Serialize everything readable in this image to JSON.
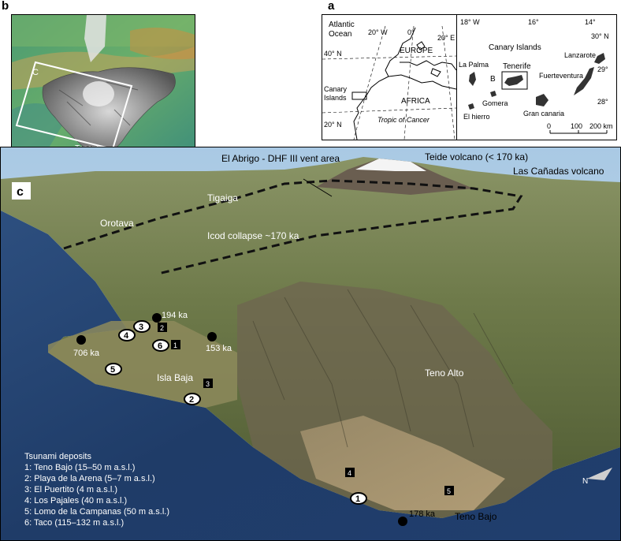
{
  "panels": {
    "b": "b",
    "a": "a",
    "c": "c"
  },
  "panel_b": {
    "box_label": "C",
    "island_label": "Tenerife"
  },
  "panel_a_world": {
    "ocean": [
      "Atlantic",
      "Ocean"
    ],
    "lon_20w": "20° W",
    "lon_0": "0°",
    "lon_20e": "20° E",
    "lat_40n": "40° N",
    "lat_20n": "20° N",
    "europe": "EUROPE",
    "africa": "AFRICA",
    "canary": [
      "Canary",
      "Islands"
    ],
    "tropic": "Tropic of Cancer"
  },
  "panel_a_canary": {
    "lon_18w": "18° W",
    "lon_16": "16°",
    "lon_14": "14°",
    "lat_30n": "30° N",
    "lat_29": "29°",
    "lat_28": "28°",
    "title": "Canary Islands",
    "la_palma": "La Palma",
    "tenerife": "Tenerife",
    "b_marker": "B",
    "lanzarote": "Lanzarote",
    "fuerteventura": "Fuerteventura",
    "gomera": "Gomera",
    "el_hierro": "El hierro",
    "gran_canaria": "Gran canaria",
    "scale": [
      "0",
      "100",
      "200 km"
    ]
  },
  "panel_c": {
    "abrigo": "El Abrigo - DHF III vent area",
    "teide": "Teide volcano (< 170 ka)",
    "canadas": "Las Cañadas volcano",
    "tigaiga": "Tigaiga",
    "orotava": "Orotava",
    "icod": "Icod collapse ~170 ka",
    "isla_baja": "Isla Baja",
    "teno_alto": "Teno Alto",
    "teno_bajo": "Teno Bajo",
    "ages": [
      "194 ka",
      "153 ka",
      "706 ka",
      "178 ka"
    ],
    "legend_title": "Tsunami deposits",
    "legend": [
      "1: Teno Bajo (15–50 m a.s.l.)",
      "2: Playa de la Arena (5–7 m a.s.l.)",
      "3: El Puertito (4 m a.s.l.)",
      "4: Los Pajales (40 m a.s.l.)",
      "5: Lomo de la Campanas (50 m a.s.l.)",
      "6: Taco (115–132 m a.s.l.)"
    ],
    "site_circles": [
      "3",
      "4",
      "6",
      "5",
      "2",
      "1"
    ],
    "site_squares": [
      "2",
      "1",
      "3",
      "4",
      "5"
    ],
    "north": "N"
  }
}
